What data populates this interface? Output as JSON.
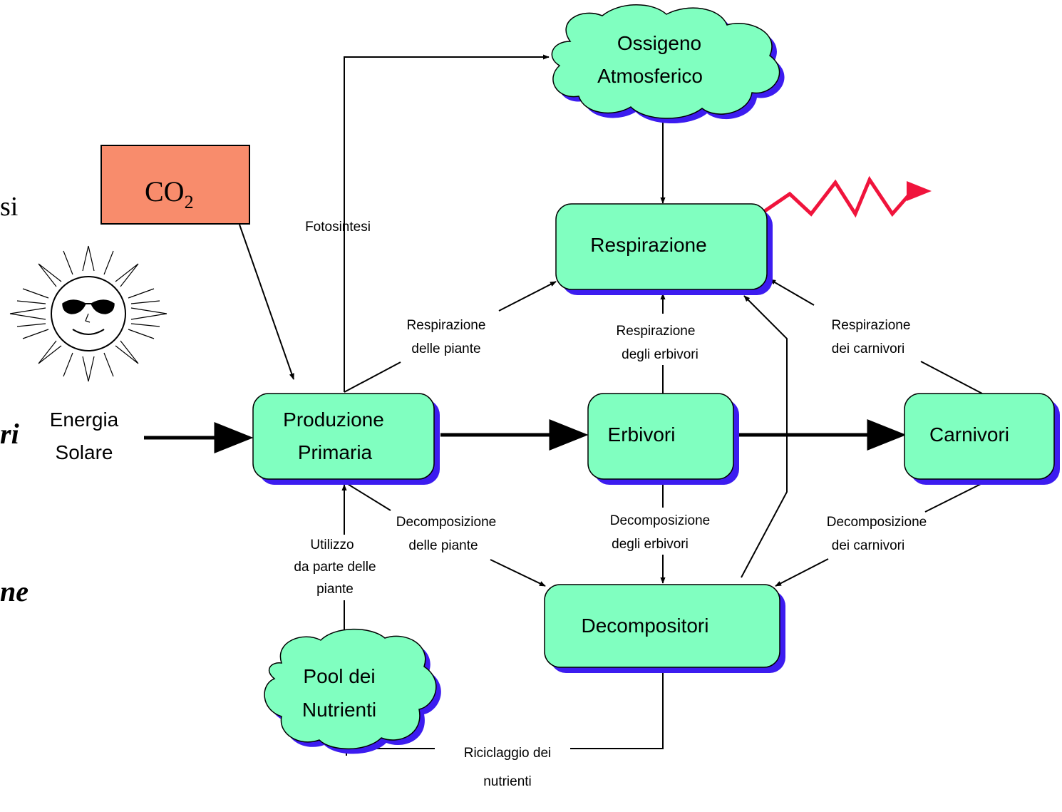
{
  "colors": {
    "box_fill": "#80ffc0",
    "box_border": "#000000",
    "box_shadow": "#3c1cf0",
    "co2_fill": "#f88c6c",
    "heat_arrow": "#f0143c",
    "line": "#000000"
  },
  "nodes": {
    "ossigeno": {
      "line1": "Ossigeno",
      "line2": "Atmosferico"
    },
    "co2": {
      "base": "CO",
      "sub": "2"
    },
    "respirazione": {
      "label": "Respirazione"
    },
    "energia": {
      "line1": "Energia",
      "line2": "Solare"
    },
    "produzione": {
      "line1": "Produzione",
      "line2": "Primaria"
    },
    "erbivori": {
      "label": "Erbivori"
    },
    "carnivori": {
      "label": "Carnivori"
    },
    "decompositori": {
      "label": "Decompositori"
    },
    "pool": {
      "line1": "Pool dei",
      "line2": "Nutrienti"
    }
  },
  "edge_labels": {
    "fotosintesi": "Fotosintesi",
    "resp_piante": {
      "line1": "Respirazione",
      "line2": "delle piante"
    },
    "resp_erbivori": {
      "line1": "Respirazione",
      "line2": "degli erbivori"
    },
    "resp_carnivori": {
      "line1": "Respirazione",
      "line2": "dei carnivori"
    },
    "dec_piante": {
      "line1": "Decomposizione",
      "line2": "delle piante"
    },
    "dec_erbivori": {
      "line1": "Decomposizione",
      "line2": "degli erbivori"
    },
    "dec_carnivori": {
      "line1": "Decomposizione",
      "line2": "dei carnivori"
    },
    "utilizzo": {
      "line1": "Utilizzo",
      "line2": "da parte delle",
      "line3": "piante"
    },
    "riciclaggio": {
      "line1": "Riciclaggio dei",
      "line2": "nutrienti"
    }
  },
  "edge_fragments": {
    "si": "si",
    "ri": "ri",
    "ne": "ne"
  },
  "icons": {
    "sun": "sun-with-sunglasses-icon",
    "heat": "zigzag-heat-arrow-icon"
  }
}
